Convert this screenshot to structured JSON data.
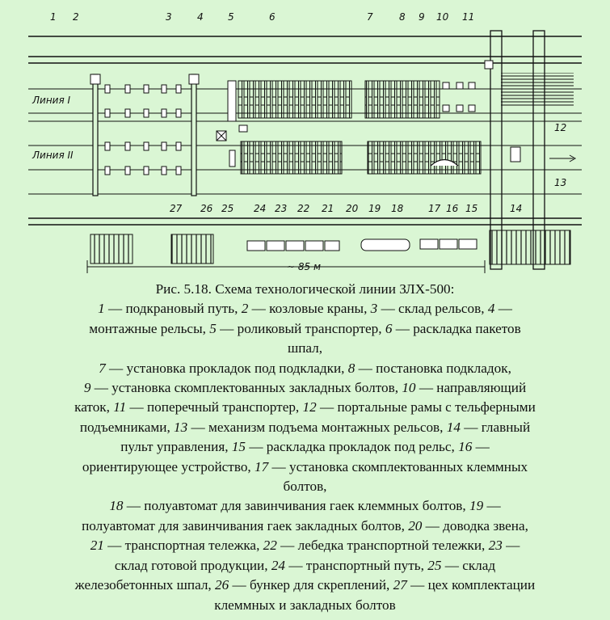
{
  "figure": {
    "caption_title": "Рис. 5.18. Схема технологической линии ЗЛХ-500:",
    "line_labels": [
      "Линия I",
      "Линия II"
    ],
    "distance_label": "~ 85 м",
    "numbers": [
      "1",
      "2",
      "3",
      "4",
      "5",
      "6",
      "7",
      "8",
      "9",
      "10",
      "11",
      "12",
      "13",
      "14",
      "15",
      "16",
      "17",
      "18",
      "19",
      "20",
      "21",
      "22",
      "23",
      "24",
      "25",
      "26",
      "27"
    ],
    "legend": [
      {
        "n": "1",
        "t": "подкрановый путь"
      },
      {
        "n": "2",
        "t": "козловые краны"
      },
      {
        "n": "3",
        "t": "склад рельсов"
      },
      {
        "n": "4",
        "t": "монтажные рельсы"
      },
      {
        "n": "5",
        "t": "роликовый транспортер"
      },
      {
        "n": "6",
        "t": "раскладка пакетов шпал"
      },
      {
        "n": "7",
        "t": "установка прокладок под подкладки"
      },
      {
        "n": "8",
        "t": "постановка подкладок"
      },
      {
        "n": "9",
        "t": "установка скомплектованных закладных болтов"
      },
      {
        "n": "10",
        "t": "направляющий каток"
      },
      {
        "n": "11",
        "t": "поперечный транспортер"
      },
      {
        "n": "12",
        "t": "портальные рамы с тельферными подъемниками"
      },
      {
        "n": "13",
        "t": "механизм подъема монтажных рельсов"
      },
      {
        "n": "14",
        "t": "главный пульт управления"
      },
      {
        "n": "15",
        "t": "раскладка прокладок под рельс"
      },
      {
        "n": "16",
        "t": "ориентирующее устройство"
      },
      {
        "n": "17",
        "t": "установка скомплектованных клеммных болтов"
      },
      {
        "n": "18",
        "t": "полуавтомат для завинчивания гаек клеммных болтов"
      },
      {
        "n": "19",
        "t": "полуавтомат для завинчивания гаек закладных болтов"
      },
      {
        "n": "20",
        "t": "доводка звена"
      },
      {
        "n": "21",
        "t": "транспортная тележка"
      },
      {
        "n": "22",
        "t": "лебедка транспортной тележки"
      },
      {
        "n": "23",
        "t": "склад готовой продукции"
      },
      {
        "n": "24",
        "t": "транспортный путь"
      },
      {
        "n": "25",
        "t": "склад железобетонных шпал"
      },
      {
        "n": "26",
        "t": "бункер для скреплений"
      },
      {
        "n": "27",
        "t": "цех комплектации клеммных и закладных болтов"
      }
    ]
  }
}
